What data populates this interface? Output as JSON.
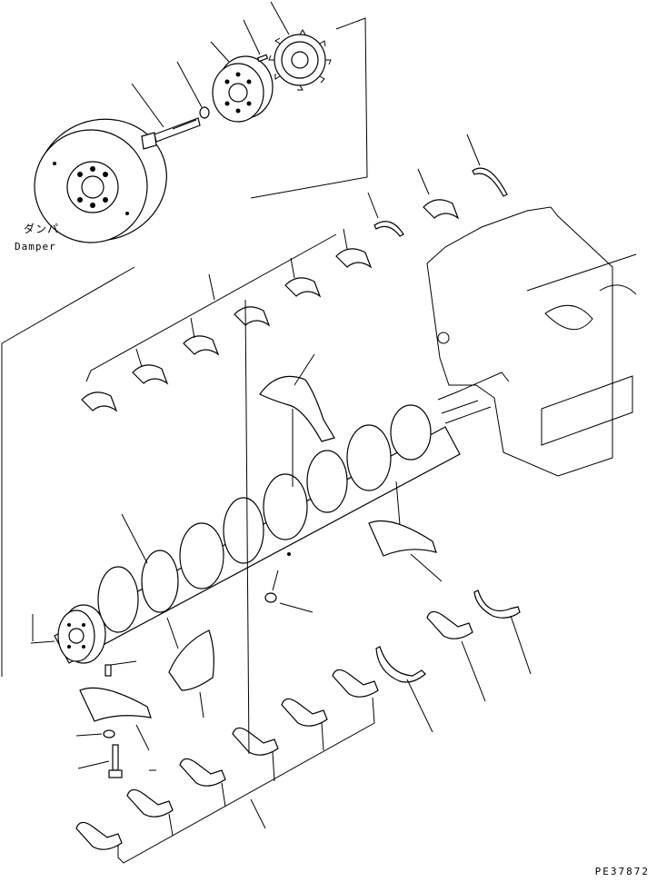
{
  "labels": {
    "damper_jp": "ダンパ",
    "damper_en": "Damper",
    "drawing_code": "PE37872"
  },
  "colors": {
    "ink": "#000000",
    "paper": "#ffffff"
  }
}
